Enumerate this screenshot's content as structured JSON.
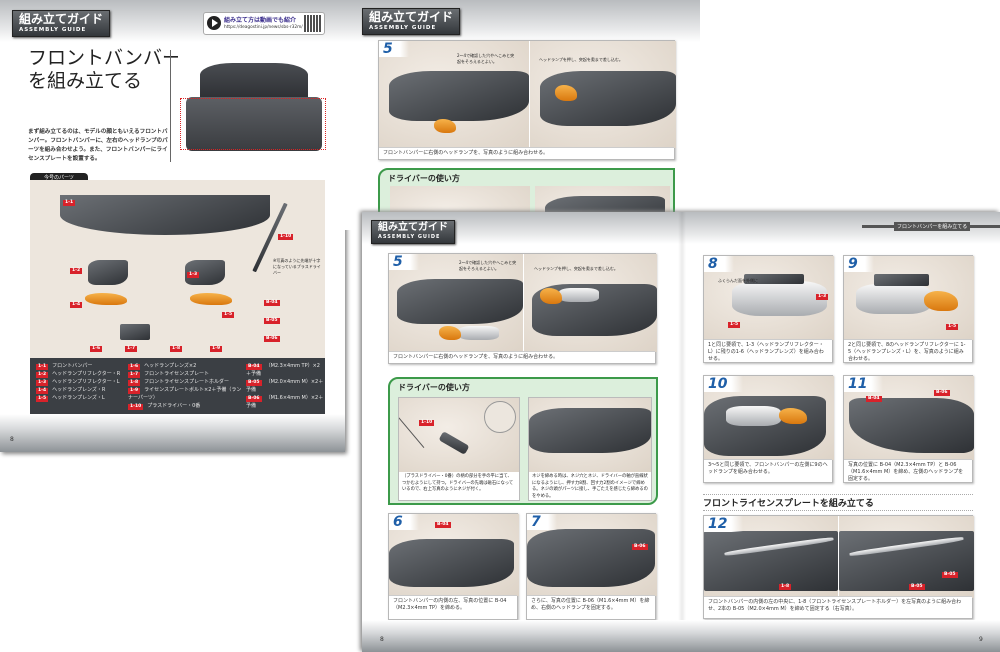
{
  "badge": {
    "jp": "組み立てガイド",
    "en": "ASSEMBLY GUIDE"
  },
  "page8_intro": {
    "title_line1": "フロントバンバー",
    "title_line2": "を組み立てる",
    "video_label": "組み立て方は動画でも紹介",
    "video_url": "https://deagostini.jp/news/sbs-r32m/",
    "body": "まず組み立てるのは、モデルの顔ともいえるフロントバンパー。フロントバンパーに、左右のヘッドランプのパーツを組み合わせよう。また、フロントバンパーにライセンスプレートを設置する。",
    "parts_tab": "今号のパーツ",
    "page_number": "8",
    "parts_tags": [
      "1-1",
      "1-2",
      "1-3",
      "1-4",
      "1-5",
      "1-6",
      "1-7",
      "1-8",
      "1-9",
      "1-10",
      "B-04",
      "B-05",
      "B-06"
    ],
    "parts_note": "※写真のように先端が十字になっているプラスドライバー",
    "parts": [
      {
        "tag": "1-1",
        "name": "フロントバンパー"
      },
      {
        "tag": "1-2",
        "name": "ヘッドランプリフレクター・R"
      },
      {
        "tag": "1-3",
        "name": "ヘッドランプリフレクター・L"
      },
      {
        "tag": "1-4",
        "name": "ヘッドランプレンズ・R"
      },
      {
        "tag": "1-5",
        "name": "ヘッドランプレンズ・L"
      },
      {
        "tag": "1-6",
        "name": "ヘッドランプレンズ×2"
      },
      {
        "tag": "1-7",
        "name": "フロントライセンスプレート"
      },
      {
        "tag": "1-8",
        "name": "フロントライセンスプレートホルダー"
      },
      {
        "tag": "1-9",
        "name": "ライセンスプレートボルト×2＋予備（ランナーパーツ）"
      },
      {
        "tag": "1-10",
        "name": "プラスドライバー・0番"
      },
      {
        "tag": "B-04",
        "name": "（M2.3×4mm TP）×2＋予備"
      },
      {
        "tag": "B-05",
        "name": "（M2.0×4mm M）×2＋予備"
      },
      {
        "tag": "B-06",
        "name": "（M1.6×4mm M）×2＋予備"
      }
    ]
  },
  "header_right": "フロントバンパーを組み立てる",
  "steps": {
    "s5": {
      "num": "5",
      "note1": "2〜4で確認した穴やへこみと突起をそろえるとよい。",
      "note2": "ヘッドランプを押し、突起を奥まで差し込む。",
      "cap": "フロントバンパーに右側のヘッドランプを、写真のように組み合わせる。"
    },
    "driver": {
      "title": "ドライバーの使い方",
      "tag": "1-10",
      "cap1": "（プラスドライバー・0番）の柄の部分を手の平に当て、つかむようにして持つ。ドライバーの先端は磁石になっているので、右上写真のようにネジが付く。",
      "cap2": "ネジを締める時は、ネジ穴とネジ、ドライバーの軸が直線状になるようにし、押す力8割、回す力2割のイメージで締める。ネジの頭がパーツに接し、手ごたえを感じたら締めるのをやめる。"
    },
    "s6": {
      "num": "6",
      "tag": "B-04",
      "cap": "フロントバンパーの内側の左、写真の位置に B-04（M2.3×4mm TP）を締める。"
    },
    "s7": {
      "num": "7",
      "tag": "B-06",
      "cap": "さらに、写真の位置に B-06（M1.6×4mm M）を締め、右側のヘッドランプを固定する。"
    },
    "s8": {
      "num": "8",
      "note": "ふくらんだ面を外側に",
      "tag1": "1-3",
      "tag2": "1-5",
      "cap": "1と同じ要領で、1-3（ヘッドランプリフレクター・L）に残りの1-6（ヘッドランプレンズ）を組み合わせる。"
    },
    "s9": {
      "num": "9",
      "tag": "1-5",
      "cap": "2と同じ要領で、8のヘッドランプリフレクターに 1-5（ヘッドランプレンズ・L）を、写真のように組み合わせる。"
    },
    "s10": {
      "num": "10",
      "cap": "3〜5と同じ要領で、フロントバンパーの左側に9のヘッドランプを組み合わせる。"
    },
    "s11": {
      "num": "11",
      "tag1": "B-04",
      "tag2": "B-06",
      "cap": "写真の位置に B-04（M2.3×4mm TP）と B-06（M1.6×4mm M）を締め、左側のヘッドランプを固定する。"
    },
    "section_title": "フロントライセンスプレートを組み立てる",
    "s12": {
      "num": "12",
      "tag1": "1-8",
      "tag2": "B-05",
      "tag3": "B-05",
      "cap": "フロントバンパーの内側の左の中央に、1-8（フロントライセンスプレートホルダー）を左写真のように組み合わせ、2本の B-05（M2.0×4mm M）を締めて固定する（右写真）。"
    }
  },
  "page_numbers": {
    "left": "8",
    "right": "9"
  }
}
